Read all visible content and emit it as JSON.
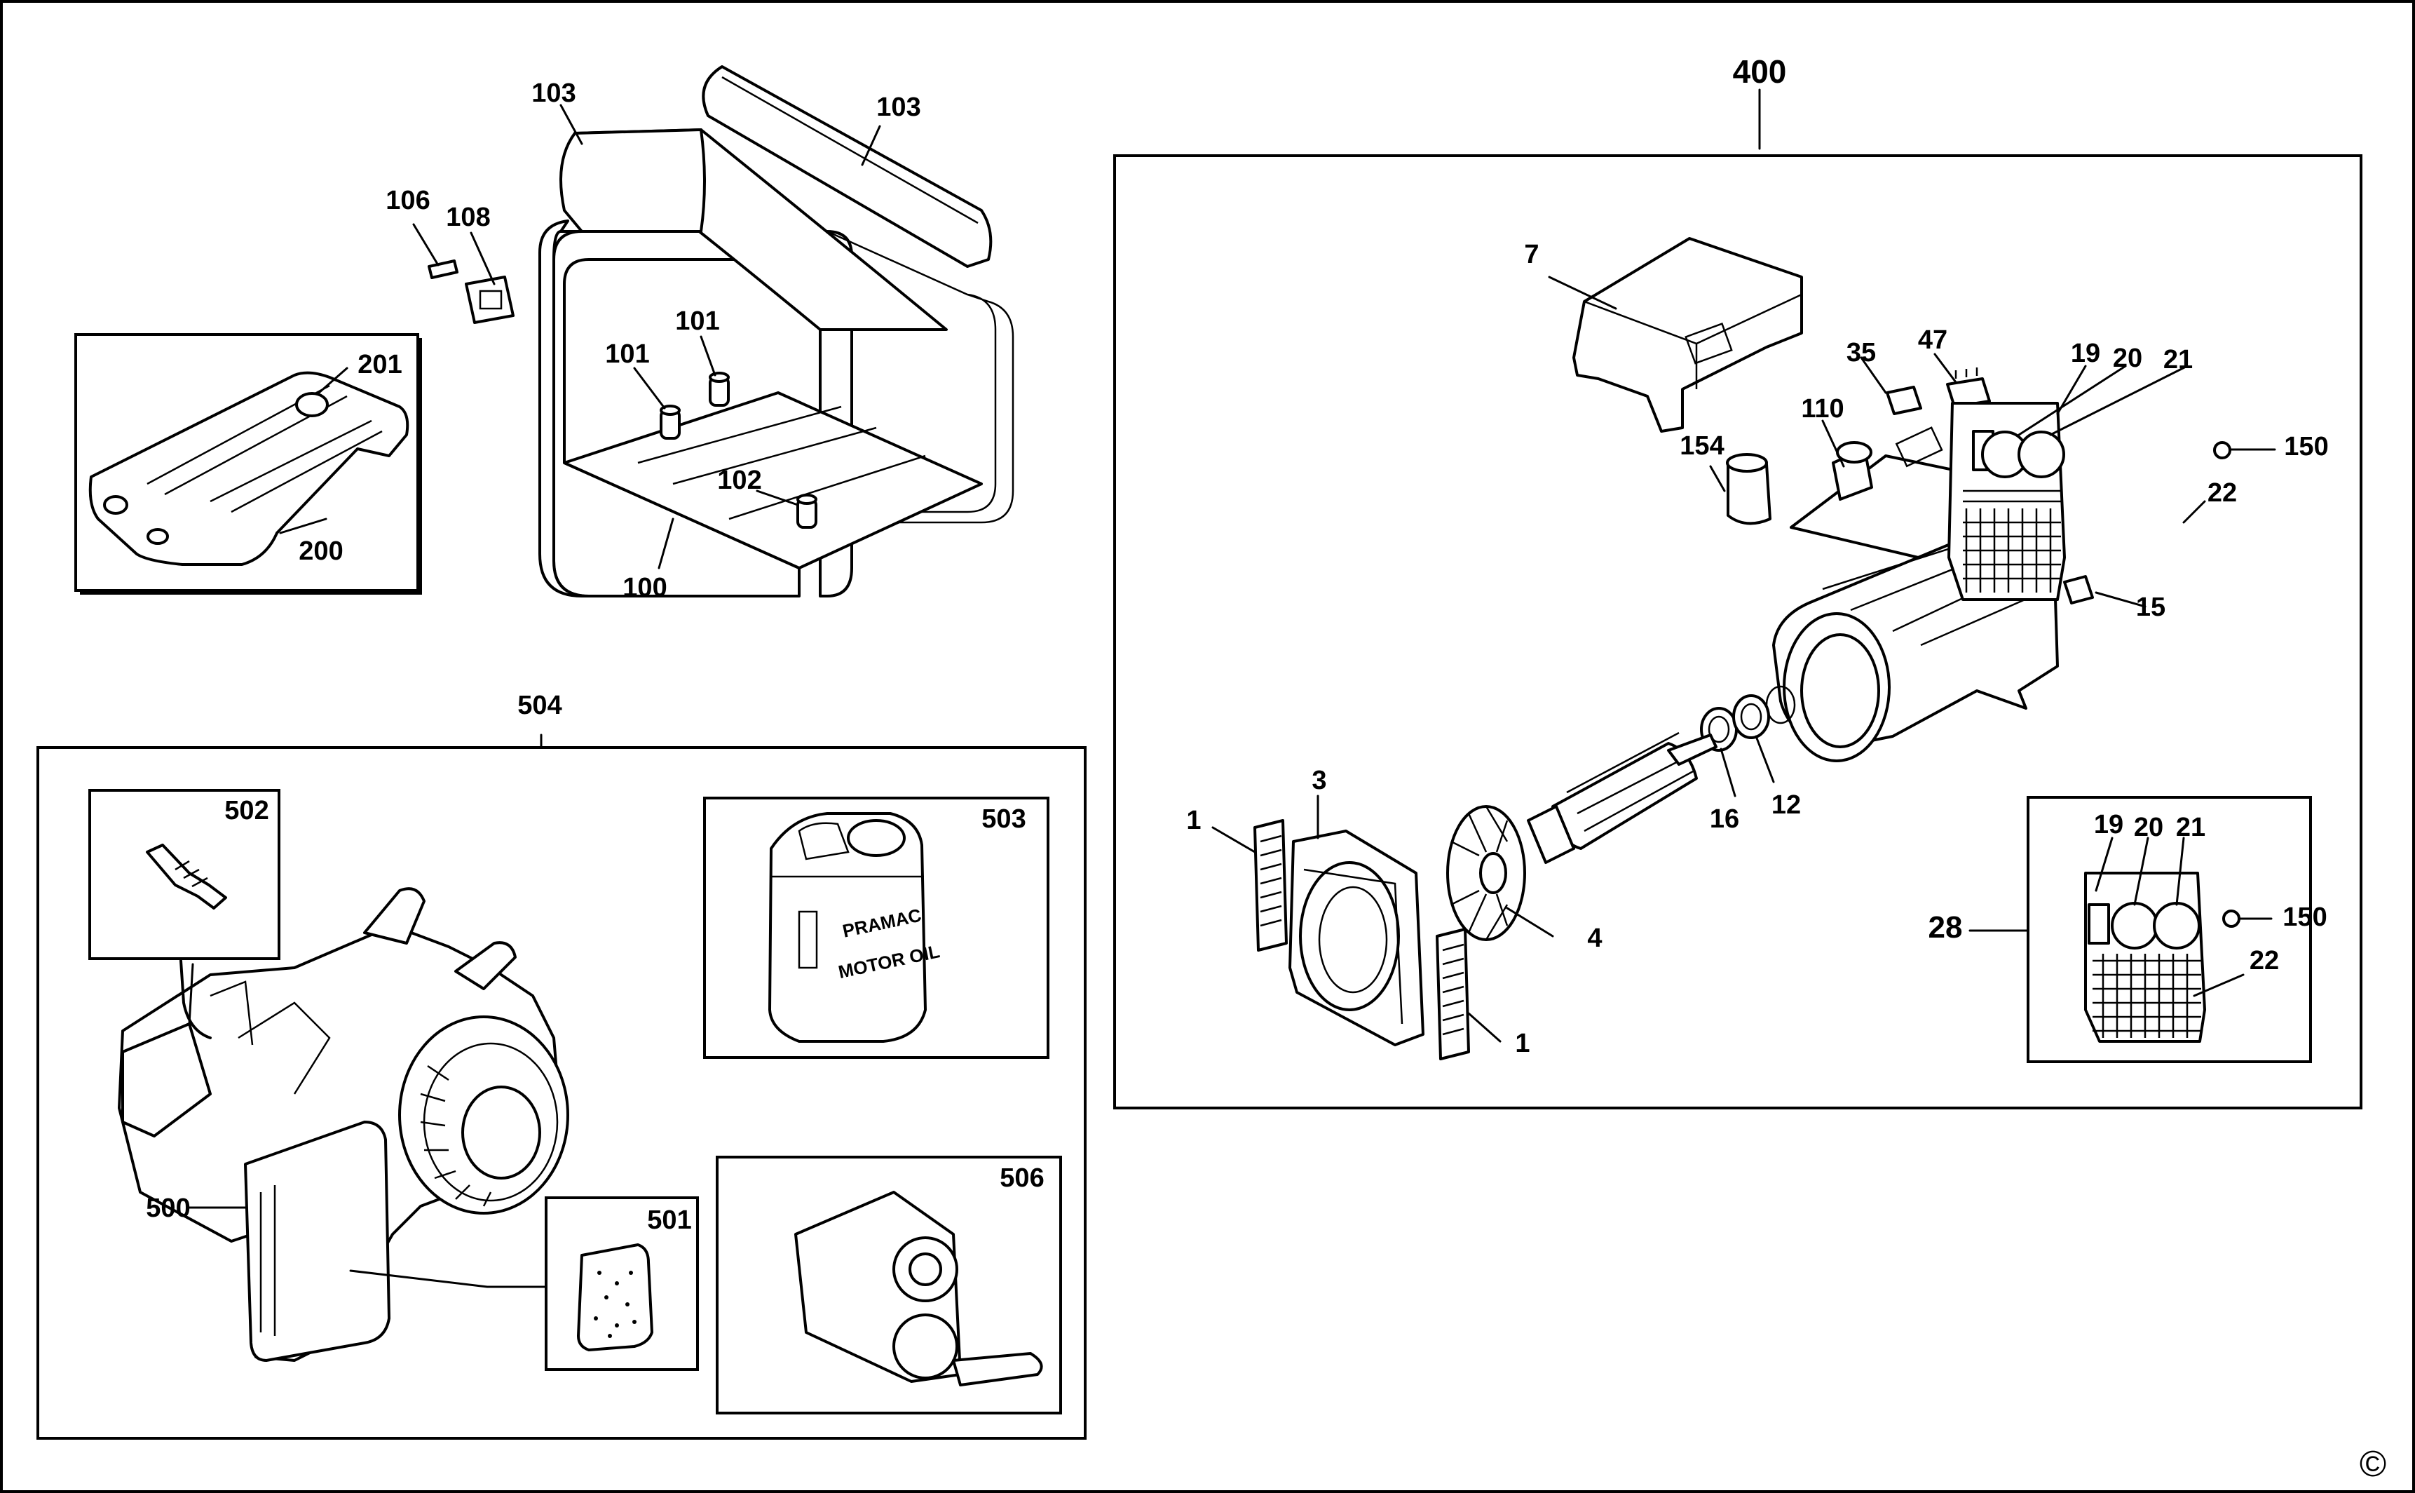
{
  "diagram": {
    "callouts": {
      "c400": "400",
      "c504": "504",
      "c103a": "103",
      "c103b": "103",
      "c106": "106",
      "c108": "108",
      "c101a": "101",
      "c101b": "101",
      "c102": "102",
      "c100": "100",
      "c201": "201",
      "c200": "200",
      "c502": "502",
      "c503": "503",
      "c500": "500",
      "c501": "501",
      "c506": "506",
      "c7": "7",
      "c35": "35",
      "c47": "47",
      "c110": "110",
      "c154": "154",
      "c19a": "19",
      "c20a": "20",
      "c21a": "21",
      "c150a": "150",
      "c22a": "22",
      "c15": "15",
      "c16": "16",
      "c12": "12",
      "c3": "3",
      "c1a": "1",
      "c4": "4",
      "c1b": "1",
      "c28": "28",
      "c19b": "19",
      "c20b": "20",
      "c21b": "21",
      "c150b": "150",
      "c22b": "22"
    },
    "oil_can_label": [
      "PRAMAC",
      "MOTOR OIL"
    ],
    "copyright": "©"
  }
}
